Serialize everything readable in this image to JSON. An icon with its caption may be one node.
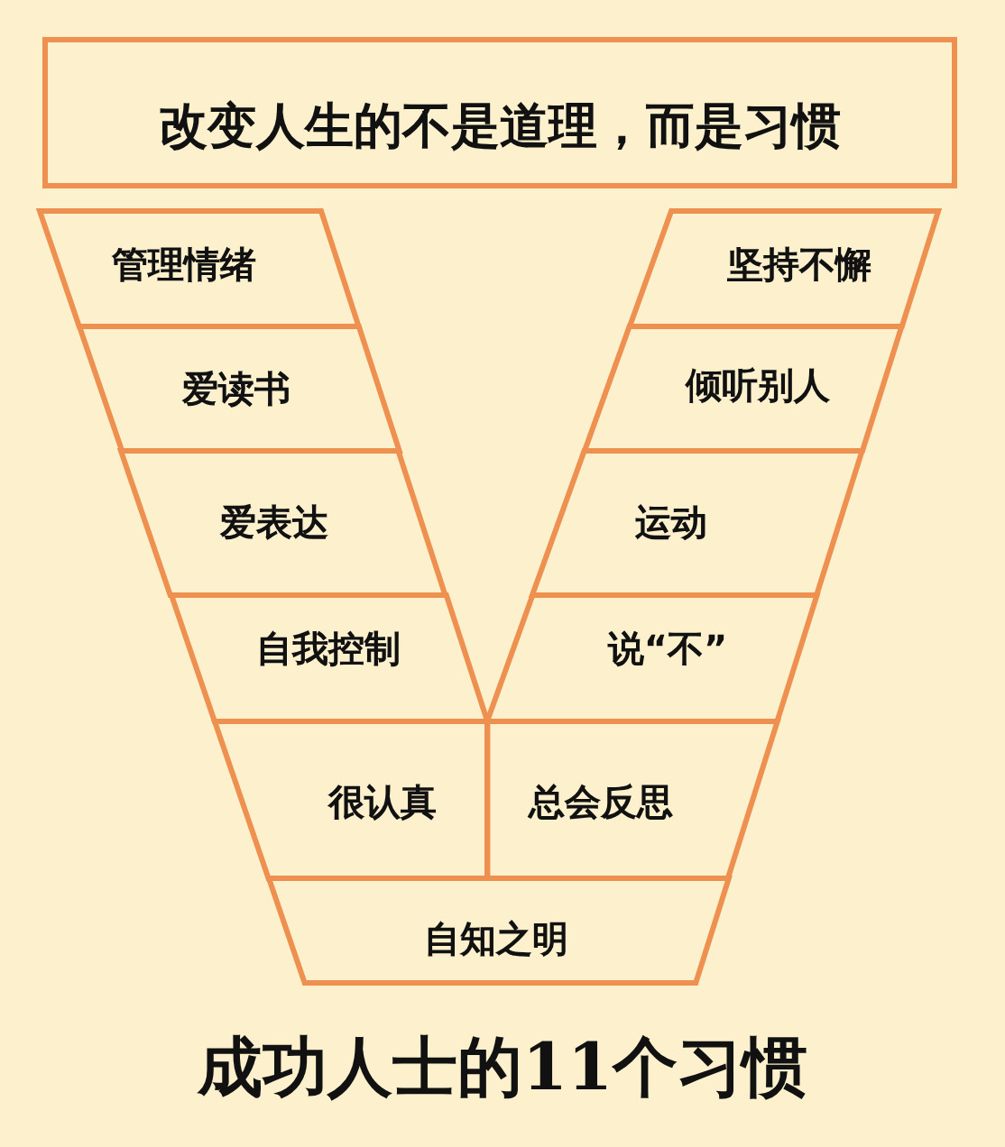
{
  "diagram": {
    "title": "成功人士的11个习惯",
    "nodes": [
      {
        "text": [
          "改变人生的不是道理，而是习惯"
        ]
      },
      {
        "text": [
          "管理情绪"
        ]
      },
      {
        "text": [
          "坚持不懈"
        ]
      },
      {
        "text": [
          "爱读书"
        ]
      },
      {
        "text": [
          "倾听别人"
        ]
      },
      {
        "text": [
          "爱表达"
        ]
      },
      {
        "text": [
          "运动"
        ]
      },
      {
        "text": [
          "自我控制"
        ]
      },
      {
        "text": [
          "说“不”"
        ]
      },
      {
        "text": [
          "很认真"
        ]
      },
      {
        "text": [
          "总会反思"
        ]
      },
      {
        "text": [
          "自知之明"
        ]
      }
    ],
    "edges": []
  }
}
